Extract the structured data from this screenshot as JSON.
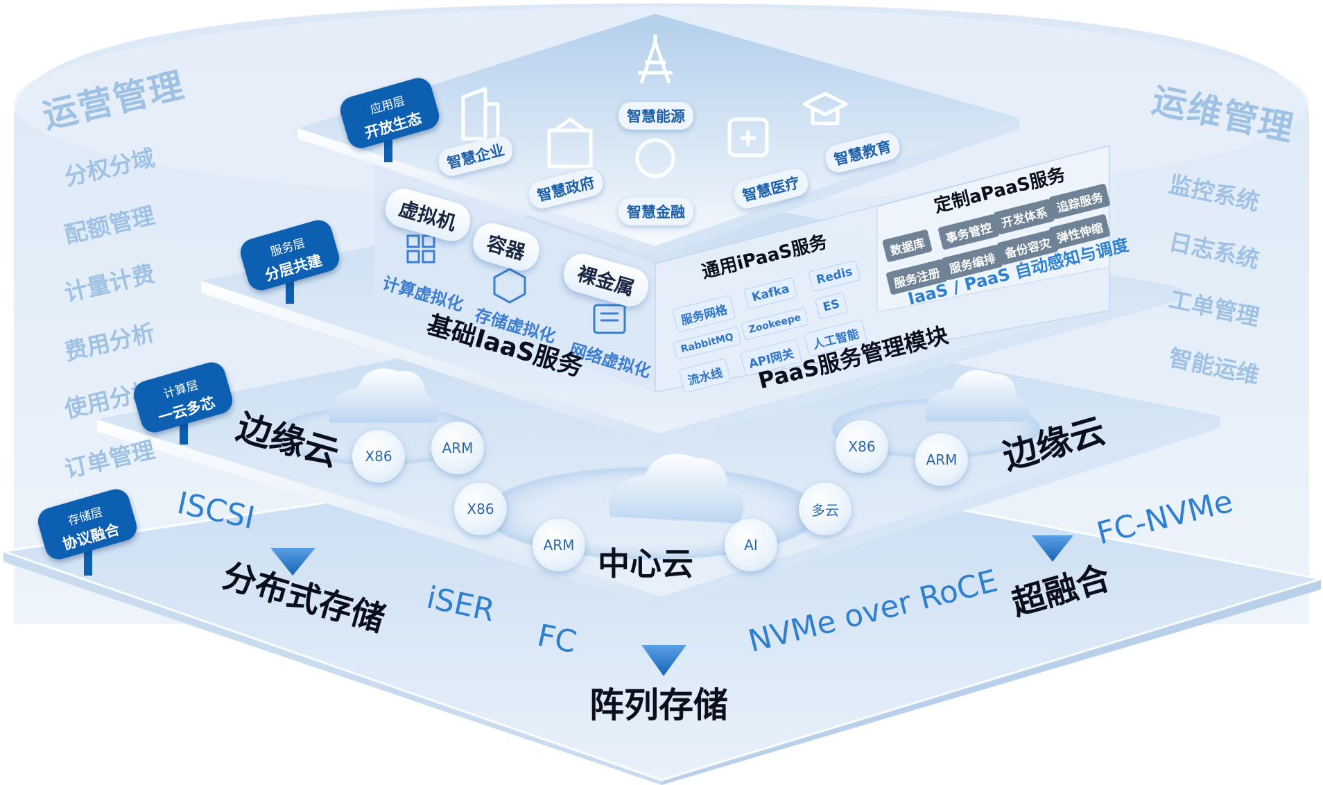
{
  "left_panel": {
    "title": "运营管理",
    "items": [
      "分权分域",
      "配额管理",
      "计量计费",
      "费用分析",
      "使用分析",
      "订单管理"
    ]
  },
  "right_panel": {
    "title": "运维管理",
    "items": [
      "监控系统",
      "日志系统",
      "工单管理",
      "智能运维"
    ]
  },
  "layers": {
    "app": {
      "tag_top": "应用层",
      "tag_bottom": "开放生态"
    },
    "service": {
      "tag_top": "服务层",
      "tag_bottom": "分层共建"
    },
    "compute": {
      "tag_top": "计算层",
      "tag_bottom": "一云多芯"
    },
    "storage": {
      "tag_top": "存储层",
      "tag_bottom": "协议融合"
    }
  },
  "apps": [
    "智慧企业",
    "智慧政府",
    "智慧能源",
    "智慧金融",
    "智慧医疗",
    "智慧教育"
  ],
  "iaas": {
    "pills": [
      "虚拟机",
      "容器",
      "裸金属"
    ],
    "items": [
      "计算虚拟化",
      "存储虚拟化",
      "网络虚拟化"
    ],
    "title": "基础IaaS服务"
  },
  "ipaas": {
    "title": "通用iPaaS服务",
    "chips": [
      "服务网格",
      "Kafka",
      "Redis",
      "RabbitMQ",
      "Zookeepe",
      "ES",
      "流水线",
      "API网关",
      "人工智能"
    ],
    "module_title": "PaaS服务管理模块"
  },
  "apaas": {
    "title": "定制aPaaS服务",
    "chips": [
      "数据库",
      "事务管控",
      "开发体系",
      "追踪服务",
      "服务注册",
      "服务编排",
      "备份容灾",
      "弹性伸缩"
    ],
    "subtitle": "IaaS / PaaS 自动感知与调度"
  },
  "compute": {
    "edge_left": "边缘云",
    "edge_right": "边缘云",
    "center": "中心云",
    "left_chips": [
      "X86",
      "ARM"
    ],
    "right_chips": [
      "X86",
      "ARM"
    ],
    "center_chips": [
      "X86",
      "ARM",
      "AI",
      "多云"
    ]
  },
  "storage": {
    "distributed": "分布式存储",
    "hyper": "超融合",
    "array": "阵列存储",
    "protocols": [
      "ISCSI",
      "iSER",
      "FC",
      "NVMe over RoCE",
      "FC-NVMe"
    ]
  },
  "colors": {
    "tag_blue": "#0d5fb2",
    "side_text": "#9fc2e4",
    "protocol_text": "#2f7fd0"
  }
}
